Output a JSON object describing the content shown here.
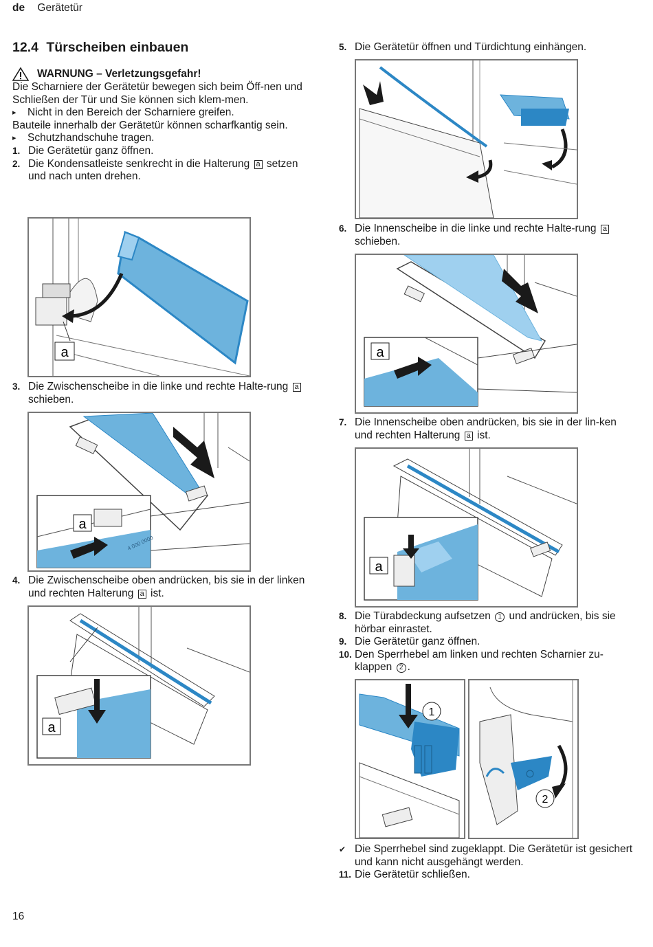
{
  "header": {
    "lang": "de",
    "section": "Gerätetür"
  },
  "heading": {
    "number": "12.4",
    "title": "Türscheiben einbauen"
  },
  "warning": {
    "title": "WARNUNG – Verletzungsgefahr!",
    "p1": "Die Scharniere der Gerätetür bewegen sich beim Öff-nen und Schließen der Tür und Sie können sich klem-men.",
    "b1": "Nicht in den Bereich der Scharniere greifen.",
    "p2": "Bauteile innerhalb der Gerätetür können scharfkantig sein.",
    "b2": "Schutzhandschuhe tragen."
  },
  "steps": {
    "s1": {
      "n": "1.",
      "text": "Die Gerätetür ganz öffnen."
    },
    "s2": {
      "n": "2.",
      "a": "Die Kondensatleiste senkrecht in die Halterung",
      "box": "a",
      "b": "setzen und nach unten drehen."
    },
    "s3": {
      "n": "3.",
      "a": "Die Zwischenscheibe in die linke und rechte Halte-rung",
      "box": "a",
      "b": "schieben."
    },
    "s4": {
      "n": "4.",
      "a": "Die Zwischenscheibe oben andrücken, bis sie in der linken und rechten Halterung",
      "box": "a",
      "b": "ist."
    },
    "s5": {
      "n": "5.",
      "text": "Die Gerätetür öffnen und Türdichtung einhängen."
    },
    "s6": {
      "n": "6.",
      "a": "Die Innenscheibe in die linke und rechte Halte-rung",
      "box": "a",
      "b": "schieben."
    },
    "s7": {
      "n": "7.",
      "a": "Die Innenscheibe oben andrücken, bis sie in der lin-ken und rechten Halterung",
      "box": "a",
      "b": "ist."
    },
    "s8": {
      "n": "8.",
      "a": "Die Türabdeckung aufsetzen",
      "circ": "1",
      "b": "und andrücken, bis sie hörbar einrastet."
    },
    "s9": {
      "n": "9.",
      "text": "Die Gerätetür ganz öffnen."
    },
    "s10": {
      "n": "10.",
      "a": "Den Sperrhebel am linken und rechten Scharnier zu-klappen",
      "circ": "2",
      "b": "."
    },
    "result": "Die Sperrhebel sind zugeklappt. Die Gerätetür ist gesichert und kann nicht ausgehängt werden.",
    "s11": {
      "n": "11.",
      "text": "Die Gerätetür schließen."
    }
  },
  "figure_labels": {
    "a": "a",
    "one": "1",
    "two": "2",
    "serial": "4 000 0000"
  },
  "colors": {
    "glass": "#6db3dd",
    "glass_dark": "#2c87c5",
    "line": "#333333",
    "frame": "#777777"
  },
  "page_number": "16"
}
